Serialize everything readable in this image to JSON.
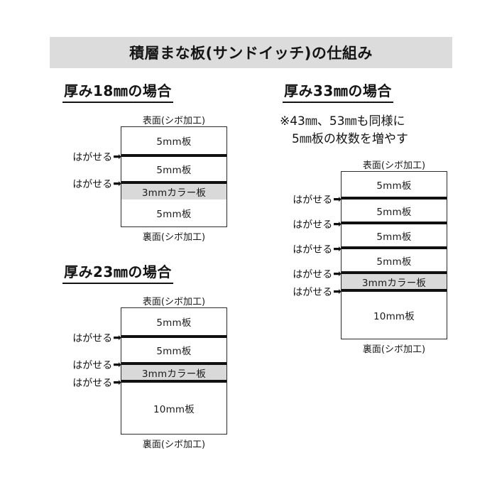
{
  "title": "積層まな板(サンドイッチ)の仕組み",
  "labels": {
    "front_face": "表面(シボ加工)",
    "back_face": "裏面(シボ加工)",
    "peel": "はがせる",
    "arrow_glyph": "➡"
  },
  "colors": {
    "banner_bg": "#dcdcdc",
    "color_board_fill": "#d9d9d9",
    "separator": "#101010",
    "box_border": "#2b2b2b",
    "text": "#1a1a1a",
    "page_bg": "#ffffff"
  },
  "sections": [
    {
      "id": "18mm",
      "heading": "厚み18㎜の場合",
      "note": "",
      "layers": [
        {
          "label": "5mm板",
          "height": 38,
          "color_board": false,
          "peelable_top": false
        },
        {
          "label": "5mm板",
          "height": 38,
          "color_board": false,
          "peelable_top": true
        },
        {
          "label": "3mmカラー板",
          "height": 26,
          "color_board": true,
          "peelable_top": true
        },
        {
          "label": "5mm板",
          "height": 38,
          "color_board": false,
          "peelable_top": false
        }
      ]
    },
    {
      "id": "23mm",
      "heading": "厚み23㎜の場合",
      "note": "",
      "layers": [
        {
          "label": "5mm板",
          "height": 38,
          "color_board": false,
          "peelable_top": false
        },
        {
          "label": "5mm板",
          "height": 38,
          "color_board": false,
          "peelable_top": true
        },
        {
          "label": "3mmカラー板",
          "height": 25,
          "color_board": true,
          "peelable_top": true
        },
        {
          "label": "10mm板",
          "height": 76,
          "color_board": false,
          "peelable_top": true
        }
      ]
    },
    {
      "id": "33mm",
      "heading": "厚み33㎜の場合",
      "note": "※43㎜、53㎜も同様に\n　5㎜板の枚数を増やす",
      "layers": [
        {
          "label": "5mm板",
          "height": 35,
          "color_board": false,
          "peelable_top": false
        },
        {
          "label": "5mm板",
          "height": 35,
          "color_board": false,
          "peelable_top": true
        },
        {
          "label": "5mm板",
          "height": 35,
          "color_board": false,
          "peelable_top": true
        },
        {
          "label": "5mm板",
          "height": 35,
          "color_board": false,
          "peelable_top": true
        },
        {
          "label": "3mmカラー板",
          "height": 25,
          "color_board": true,
          "peelable_top": true
        },
        {
          "label": "10mm板",
          "height": 70,
          "color_board": false,
          "peelable_top": true
        }
      ]
    }
  ]
}
